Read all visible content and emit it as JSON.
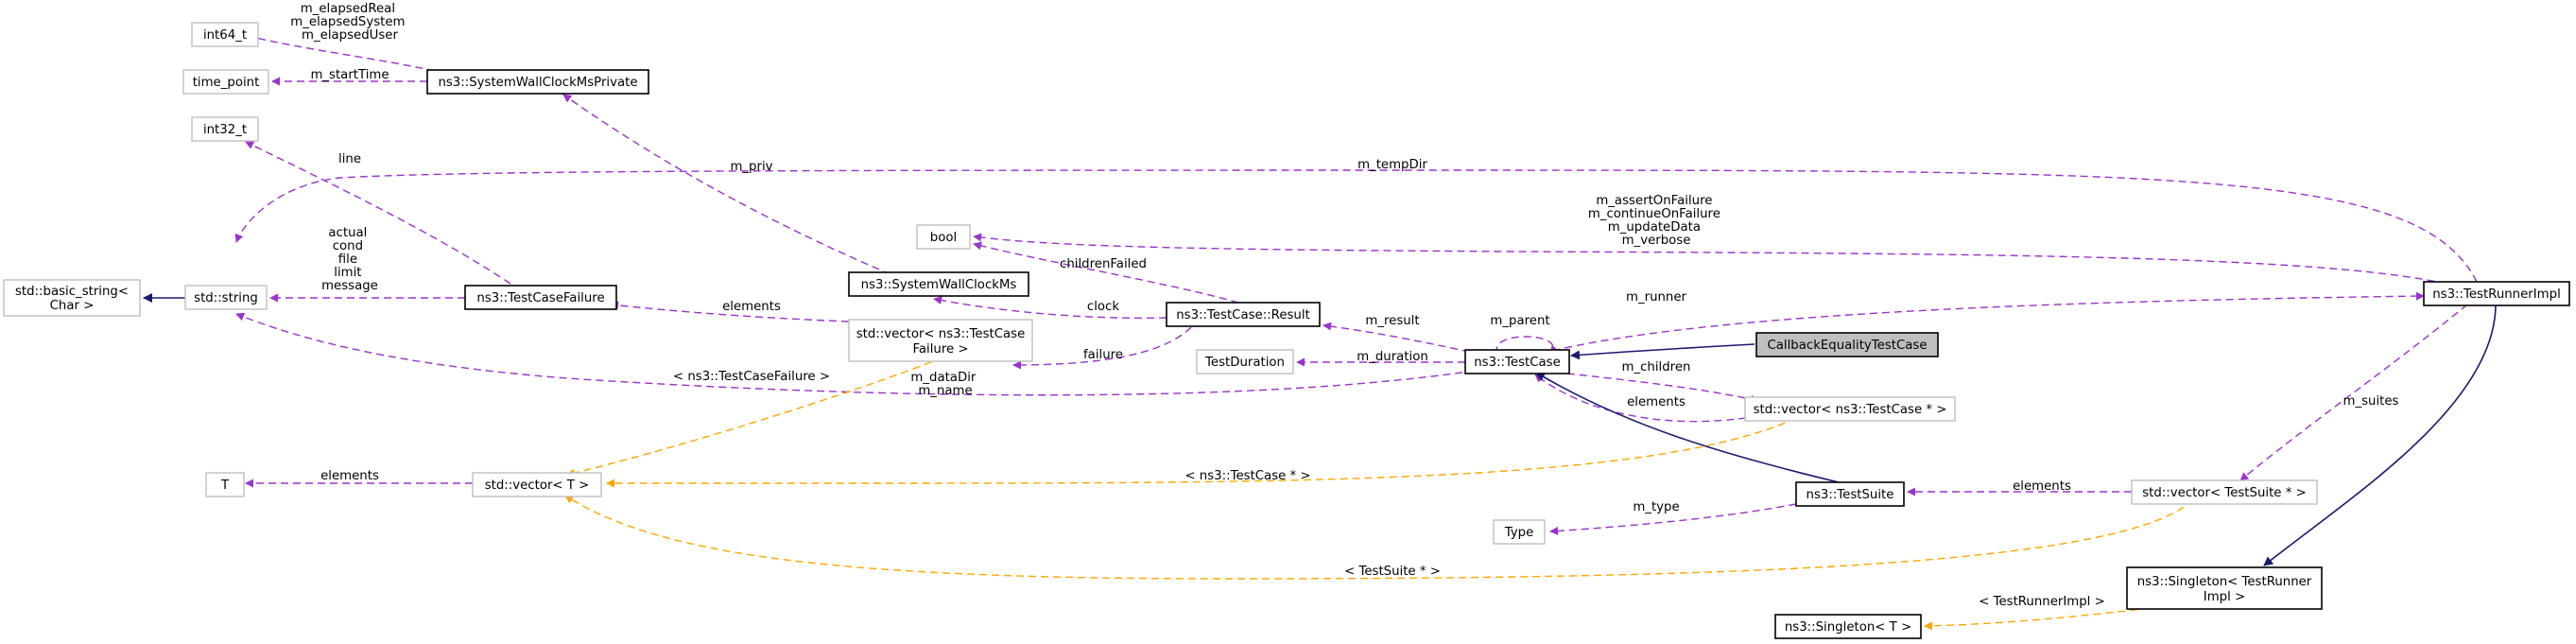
{
  "colors": {
    "usage_edge": "#9a32cd",
    "template_edge": "#ffa500",
    "inheritance_edge": "#191970",
    "node_border": "#000000",
    "external_node_border": "#bfbfbf",
    "highlight_fill": "#bfbfbf"
  },
  "nodes": {
    "int64_t": "int64_t",
    "time_point": "time_point",
    "int32_t": "int32_t",
    "basic_string_l1": "std::basic_string<",
    "basic_string_l2": "Char >",
    "std_string": "std::string",
    "wallclock_private": "ns3::SystemWallClockMsPrivate",
    "bool": "bool",
    "wallclock": "ns3::SystemWallClockMs",
    "testcasefailure": "ns3::TestCaseFailure",
    "vector_failure_l1": "std::vector< ns3::TestCase",
    "vector_failure_l2": "Failure >",
    "result": "ns3::TestCase::Result",
    "testduration": "TestDuration",
    "testcase": "ns3::TestCase",
    "callback_equality": "CallbackEqualityTestCase",
    "vector_testcase": "std::vector< ns3::TestCase * >",
    "T": "T",
    "vector_T": "std::vector< T >",
    "testsuite": "ns3::TestSuite",
    "type": "Type",
    "vector_testsuite": "std::vector< TestSuite * >",
    "testrunnerimpl": "ns3::TestRunnerImpl",
    "singleton_runner_l1": "ns3::Singleton< TestRunner",
    "singleton_runner_l2": "Impl >",
    "singleton_T": "ns3::Singleton< T >"
  },
  "labels": {
    "elapsed_1": "m_elapsedReal",
    "elapsed_2": "m_elapsedSystem",
    "elapsed_3": "m_elapsedUser",
    "start_time": "m_startTime",
    "line": "line",
    "m_priv": "m_priv",
    "temp_dir": "m_tempDir",
    "runner_flags_1": "m_assertOnFailure",
    "runner_flags_2": "m_continueOnFailure",
    "runner_flags_3": "m_updateData",
    "runner_flags_4": "m_verbose",
    "failure_fields_1": "actual",
    "failure_fields_2": "cond",
    "failure_fields_3": "file",
    "failure_fields_4": "limit",
    "failure_fields_5": "message",
    "children_failed": "childrenFailed",
    "clock": "clock",
    "elements_failure": "elements",
    "failure": "failure",
    "m_result": "m_result",
    "m_parent": "m_parent",
    "m_runner": "m_runner",
    "m_duration": "m_duration",
    "tmpl_failure": "< ns3::TestCaseFailure >",
    "data_dir_1": "m_dataDir",
    "data_dir_2": "m_name",
    "m_children": "m_children",
    "elements_testcase": "elements",
    "m_suites": "m_suites",
    "elements_T": "elements",
    "tmpl_testcase": "< ns3::TestCase * >",
    "elements_suite": "elements",
    "m_type": "m_type",
    "tmpl_testsuite": "< TestSuite * >",
    "tmpl_runner": "< TestRunnerImpl >"
  }
}
